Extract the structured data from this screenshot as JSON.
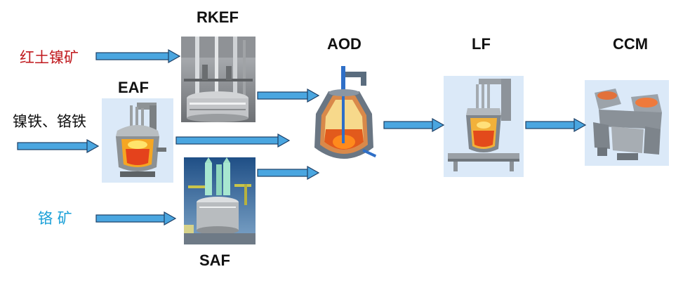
{
  "processes": {
    "rkef": "RKEF",
    "eaf": "EAF",
    "saf": "SAF",
    "aod": "AOD",
    "lf": "LF",
    "ccm": "CCM"
  },
  "inputs": {
    "laterite": {
      "text": "红土镍矿",
      "color": "#c0191e"
    },
    "ferroalloy": {
      "text": "镍铁、铬铁",
      "color": "#111111"
    },
    "chrome_ore": {
      "text": "铬 矿",
      "color": "#1aa0d8"
    }
  },
  "icons": {
    "rkef": "rkef-furnace-photo",
    "eaf": "electric-arc-furnace-icon",
    "saf": "submerged-arc-furnace-photo",
    "aod": "aod-converter-icon",
    "lf": "ladle-furnace-icon",
    "ccm": "continuous-caster-icon"
  },
  "arrow_color": "#4aa6e0"
}
